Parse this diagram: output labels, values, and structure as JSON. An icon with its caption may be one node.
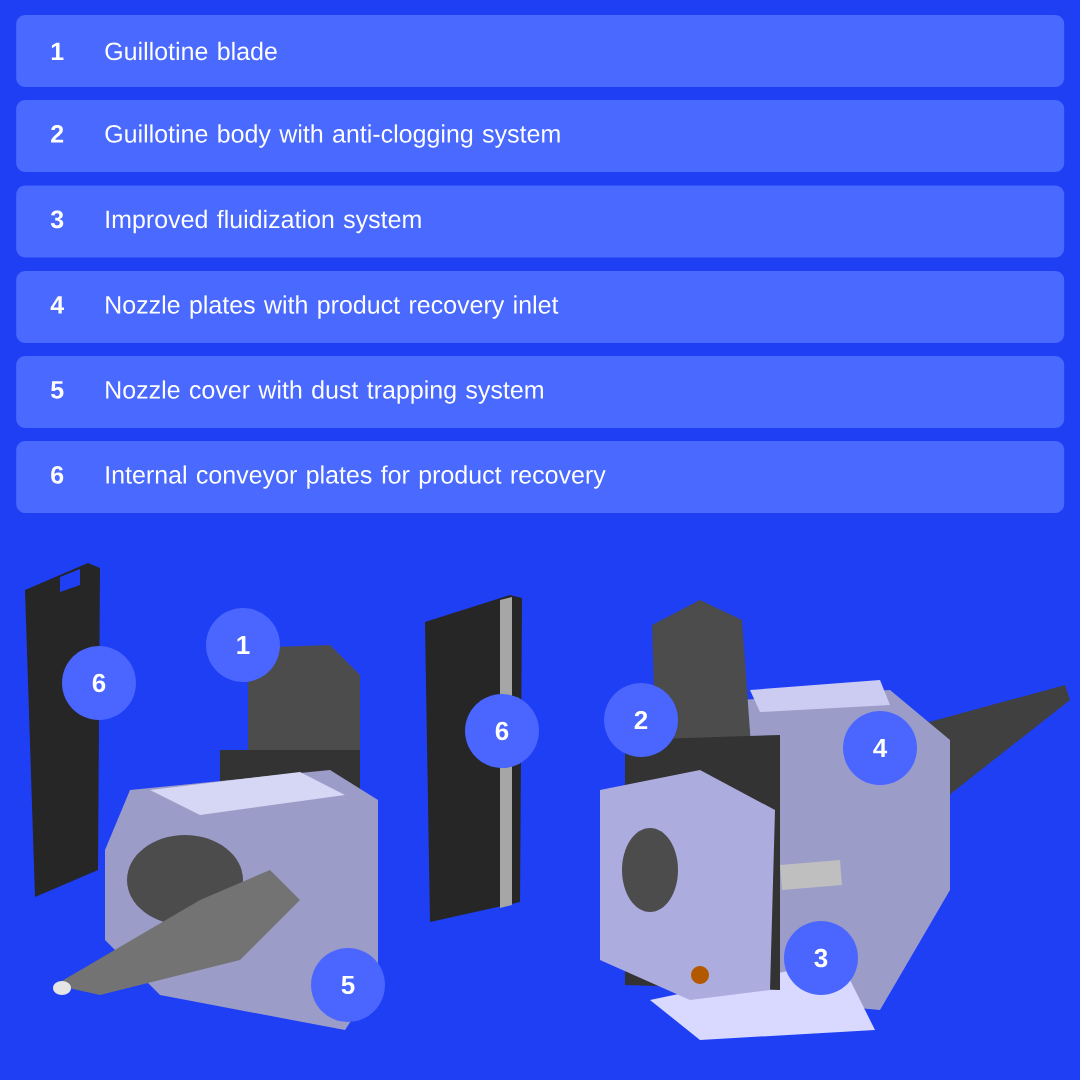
{
  "diagram": {
    "nodes": [
      {
        "text": [
          "1",
          "Guillotine blade"
        ]
      },
      {
        "text": [
          "2",
          "Guillotine body with anti-clogging system"
        ]
      },
      {
        "text": [
          "3",
          "Improved fluidization system"
        ]
      },
      {
        "text": [
          "4",
          "Nozzle plates with product recovery inlet"
        ]
      },
      {
        "text": [
          "5",
          "Nozzle cover with dust trapping system"
        ]
      },
      {
        "text": [
          "6",
          "Internal conveyor plates for product recovery"
        ]
      },
      {
        "text": [
          "1"
        ]
      },
      {
        "text": [
          "6"
        ]
      },
      {
        "text": [
          "2"
        ]
      },
      {
        "text": [
          "6"
        ]
      },
      {
        "text": [
          "4"
        ]
      },
      {
        "text": [
          "3"
        ]
      },
      {
        "text": [
          "5"
        ]
      }
    ]
  }
}
